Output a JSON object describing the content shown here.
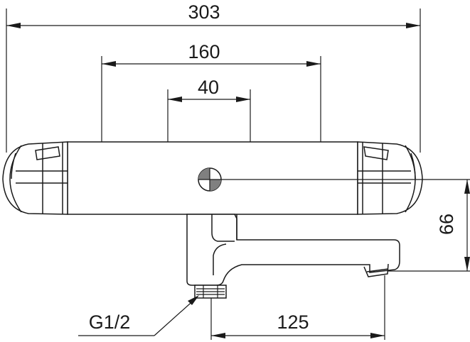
{
  "dimensions": {
    "overall_width": "303",
    "centre_distance": "160",
    "handle_distance": "40",
    "height_to_outlet": "66",
    "spout_reach": "125"
  },
  "labels": {
    "thread": "G1/2"
  },
  "colors": {
    "line": "#1a1a1a",
    "background": "#ffffff"
  }
}
